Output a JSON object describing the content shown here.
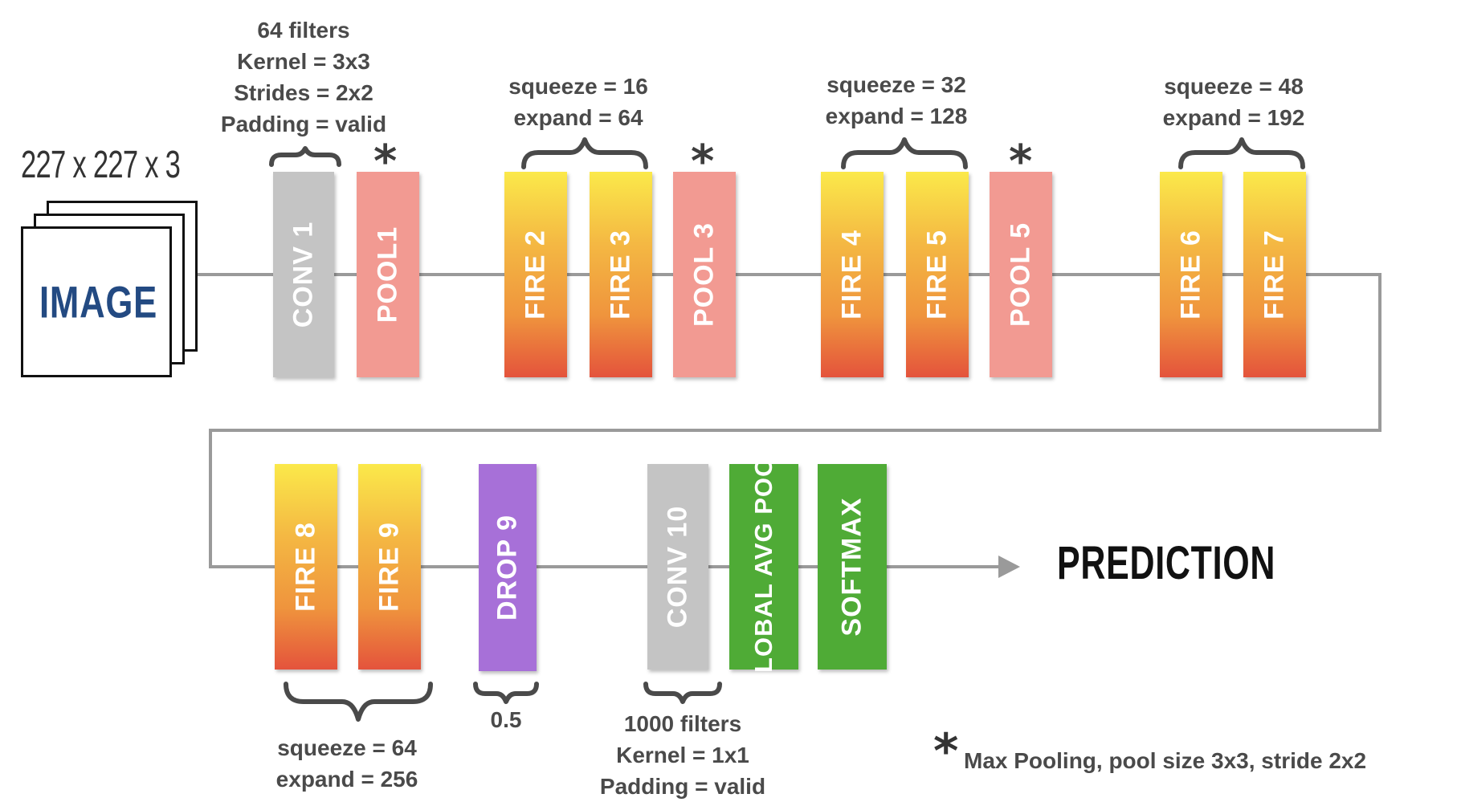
{
  "input": {
    "dims": "227 x 227 x 3",
    "label": "IMAGE"
  },
  "blocks": {
    "conv1": "CONV 1",
    "pool1": "POOL1",
    "fire2": "FIRE 2",
    "fire3": "FIRE 3",
    "pool3": "POOL 3",
    "fire4": "FIRE 4",
    "fire5": "FIRE 5",
    "pool5": "POOL 5",
    "fire6": "FIRE 6",
    "fire7": "FIRE 7",
    "fire8": "FIRE 8",
    "fire9": "FIRE 9",
    "drop9": "DROP 9",
    "conv10": "CONV 10",
    "gap": "GLOBAL AVG POOL",
    "softmax": "SOFTMAX"
  },
  "annotations": {
    "conv1": [
      "64 filters",
      "Kernel = 3x3",
      "Strides = 2x2",
      "Padding = valid"
    ],
    "fire23": [
      "squeeze = 16",
      "expand = 64"
    ],
    "fire45": [
      "squeeze = 32",
      "expand = 128"
    ],
    "fire67": [
      "squeeze = 48",
      "expand = 192"
    ],
    "fire89": [
      "squeeze = 64",
      "expand = 256"
    ],
    "drop9": "0.5",
    "conv10": [
      "1000 filters",
      "Kernel = 1x1",
      "Padding = valid"
    ],
    "pool_marker": "*"
  },
  "output": {
    "label": "PREDICTION"
  },
  "legend": {
    "marker": "*",
    "text": "Max Pooling, pool size 3x3, stride 2x2"
  },
  "colors": {
    "fire_top": "#fbe94a",
    "fire_bottom": "#e4533c",
    "pool": "#f29a92",
    "conv": "#c4c4c4",
    "dropout": "#a770d8",
    "final": "#4fab36",
    "wire": "#9a9a9a",
    "image_label": "#234a82"
  }
}
